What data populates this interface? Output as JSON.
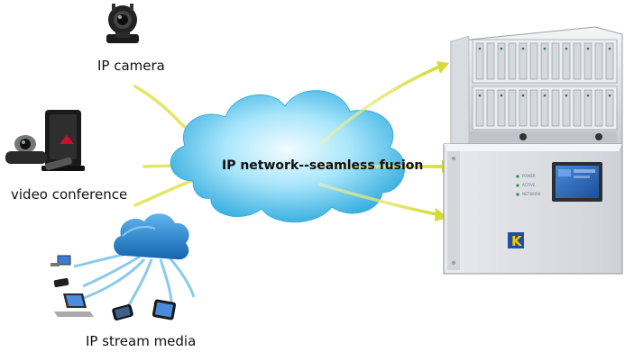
{
  "labels": {
    "ip_camera": "IP camera",
    "video_conference": "video conference",
    "ip_stream_media": "IP stream media",
    "network": "IP network--seamless fusion"
  },
  "device": {
    "panel_led_labels": [
      "POWER",
      "ACTIVE",
      "NETWORK"
    ],
    "logo_letter": "K"
  },
  "colors": {
    "arrow": "#d8dc3a",
    "cloud_light": "#d9f6ff",
    "cloud_dark": "#2aa7dc",
    "stream_cloud": "#1e7fc8",
    "link_line": "#7fc4ee"
  },
  "icons": [
    "camera-icon",
    "video-conference-icon",
    "cloud-network-icon",
    "laptop-icon",
    "phone-icon",
    "tablet-icon",
    "desktop-icon",
    "server-rack-icon",
    "arrow-icon"
  ]
}
